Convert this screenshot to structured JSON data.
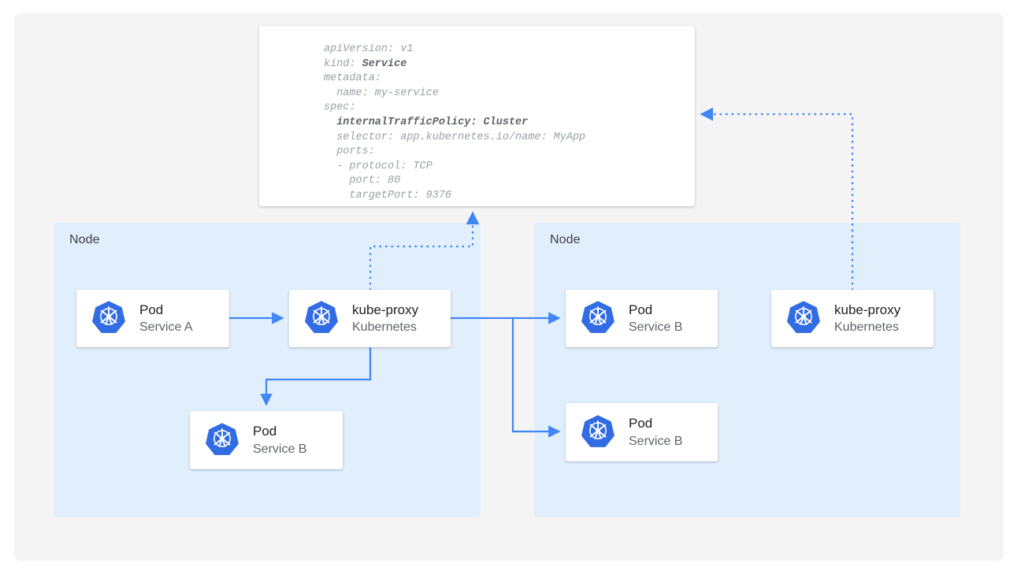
{
  "theme": {
    "page_background": "#ffffff",
    "panel_background": "#f4f4f4",
    "node_background": "#e1effd",
    "card_background": "#ffffff",
    "accent_blue": "#4285f4",
    "k8s_logo_blue": "#326ce5",
    "title_text": "#202124",
    "muted_text": "#5f6368",
    "code_text": "#9aa0a6"
  },
  "spec_box": {
    "name": "service-yaml-spec",
    "language": "yaml",
    "lines": [
      {
        "text": "apiVersion: v1",
        "bold": false
      },
      {
        "text": "kind: Service",
        "bold_part": "Service"
      },
      {
        "text": "metadata:",
        "bold": false
      },
      {
        "text": "  name: my-service",
        "bold": false
      },
      {
        "text": "spec:",
        "bold": false
      },
      {
        "text": "  internalTrafficPolicy: Cluster",
        "bold": true
      },
      {
        "text": "  selector: app.kubernetes.io/name: MyApp",
        "bold": false
      },
      {
        "text": "  ports:",
        "bold": false
      },
      {
        "text": "  - protocol: TCP",
        "bold": false
      },
      {
        "text": "    port: 80",
        "bold": false
      },
      {
        "text": "    targetPort: 9376",
        "bold": false
      }
    ],
    "fields": {
      "apiVersion": "v1",
      "kind": "Service",
      "metadata_name": "my-service",
      "internalTrafficPolicy": "Cluster",
      "selector": "app.kubernetes.io/name: MyApp",
      "protocol": "TCP",
      "port": "80",
      "targetPort": "9376"
    }
  },
  "nodes": [
    {
      "id": "node-left",
      "label": "Node",
      "cards": [
        {
          "id": "card-pod-a",
          "title": "Pod",
          "subtitle": "Service A",
          "icon": "kubernetes-logo-icon"
        },
        {
          "id": "card-kube-left",
          "title": "kube-proxy",
          "subtitle": "Kubernetes",
          "icon": "kubernetes-logo-icon"
        },
        {
          "id": "card-pod-b-left",
          "title": "Pod",
          "subtitle": "Service B",
          "icon": "kubernetes-logo-icon"
        }
      ]
    },
    {
      "id": "node-right",
      "label": "Node",
      "cards": [
        {
          "id": "card-pod-b-top",
          "title": "Pod",
          "subtitle": "Service B",
          "icon": "kubernetes-logo-icon"
        },
        {
          "id": "card-pod-b-bottom",
          "title": "Pod",
          "subtitle": "Service B",
          "icon": "kubernetes-logo-icon"
        },
        {
          "id": "card-kube-right",
          "title": "kube-proxy",
          "subtitle": "Kubernetes",
          "icon": "kubernetes-logo-icon"
        }
      ]
    }
  ],
  "connectors": [
    {
      "name": "pod-a-to-kube-proxy",
      "style": "solid",
      "arrow": "end",
      "color": "#4285f4"
    },
    {
      "name": "kube-proxy-to-pod-b-local",
      "style": "solid",
      "arrow": "end",
      "color": "#4285f4"
    },
    {
      "name": "kube-proxy-to-pod-b-remote-top",
      "style": "solid",
      "arrow": "end",
      "color": "#4285f4"
    },
    {
      "name": "kube-proxy-to-pod-b-remote-bot",
      "style": "solid",
      "arrow": "end",
      "color": "#4285f4"
    },
    {
      "name": "kube-proxy-left-to-spec",
      "style": "dotted",
      "arrow": "end",
      "color": "#4285f4"
    },
    {
      "name": "kube-proxy-right-to-spec",
      "style": "dotted",
      "arrow": "end",
      "color": "#4285f4"
    }
  ]
}
